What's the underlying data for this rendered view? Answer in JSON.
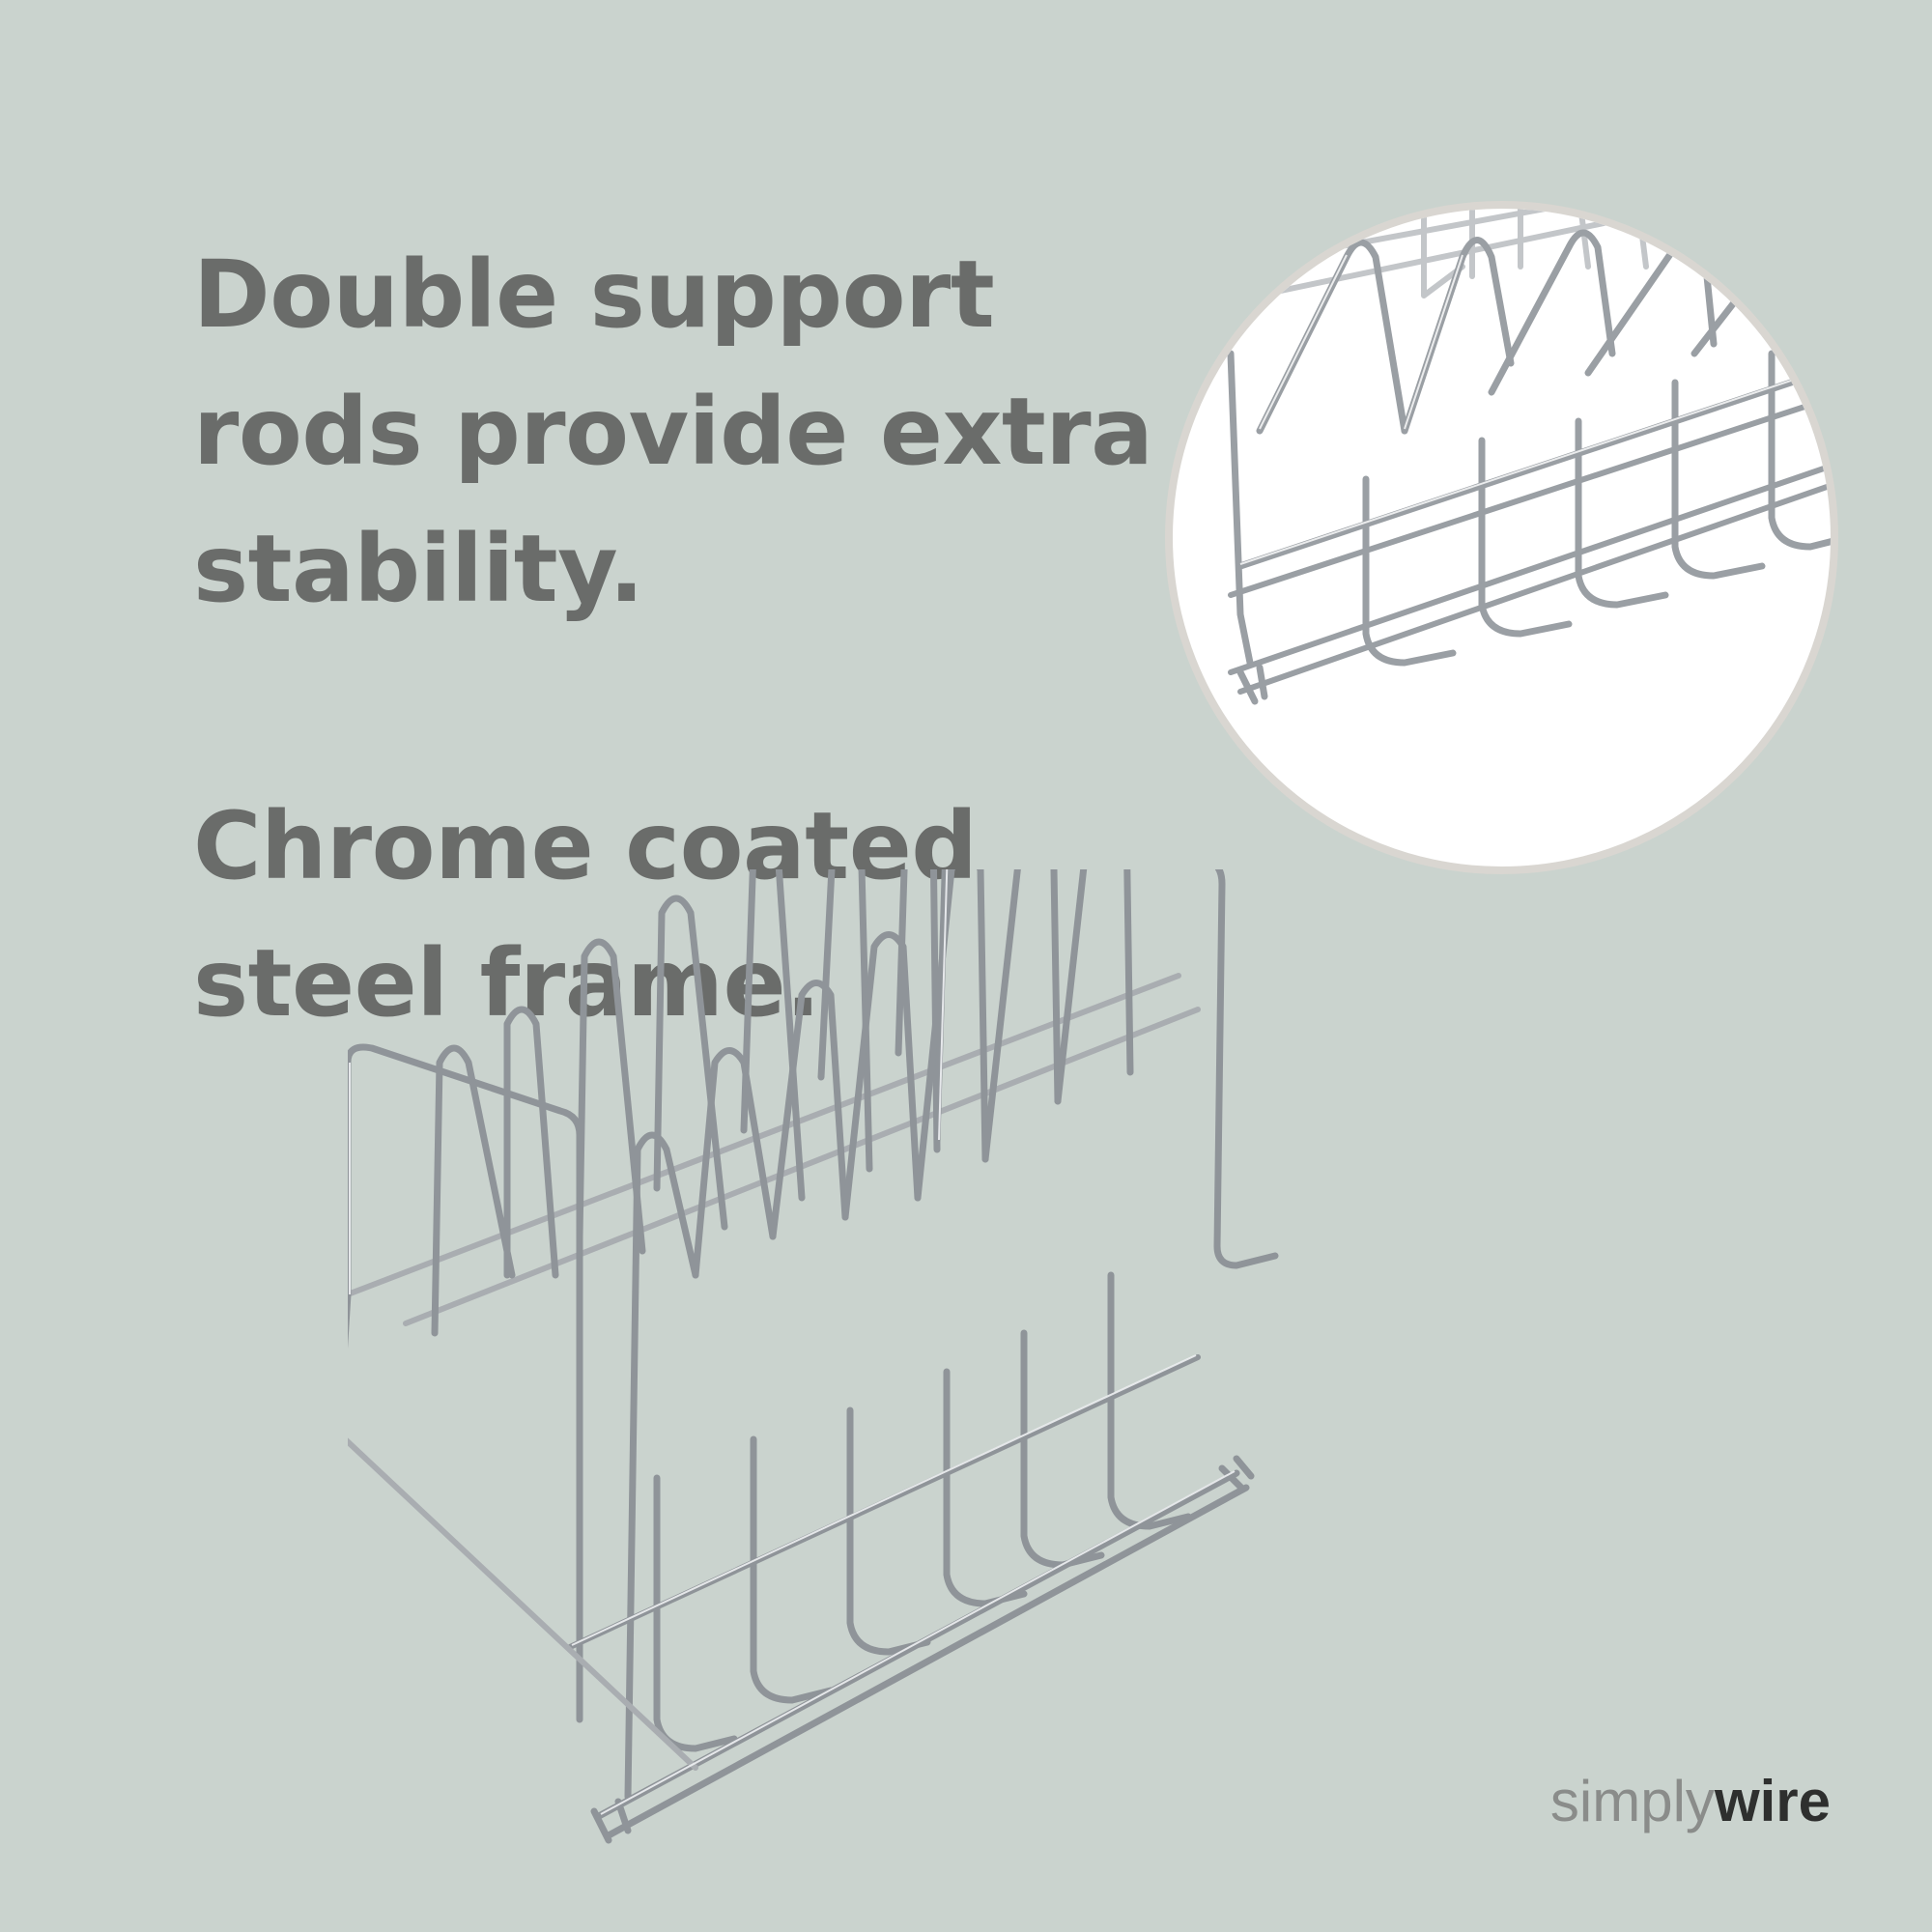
{
  "headlines": {
    "support": [
      "Double support",
      "rods provide extra",
      "stability."
    ],
    "chrome": [
      "Chrome coated",
      "steel frame."
    ]
  },
  "brand": {
    "light": "simply",
    "bold": "wire"
  },
  "colors": {
    "background": "#cad3ce",
    "headline_text": "#6a6c6a",
    "circle_border": "#d9d6d1",
    "brand_light": "#8a8c8a",
    "brand_bold": "#2e2f2e",
    "chrome_wire": "#8f9499"
  }
}
